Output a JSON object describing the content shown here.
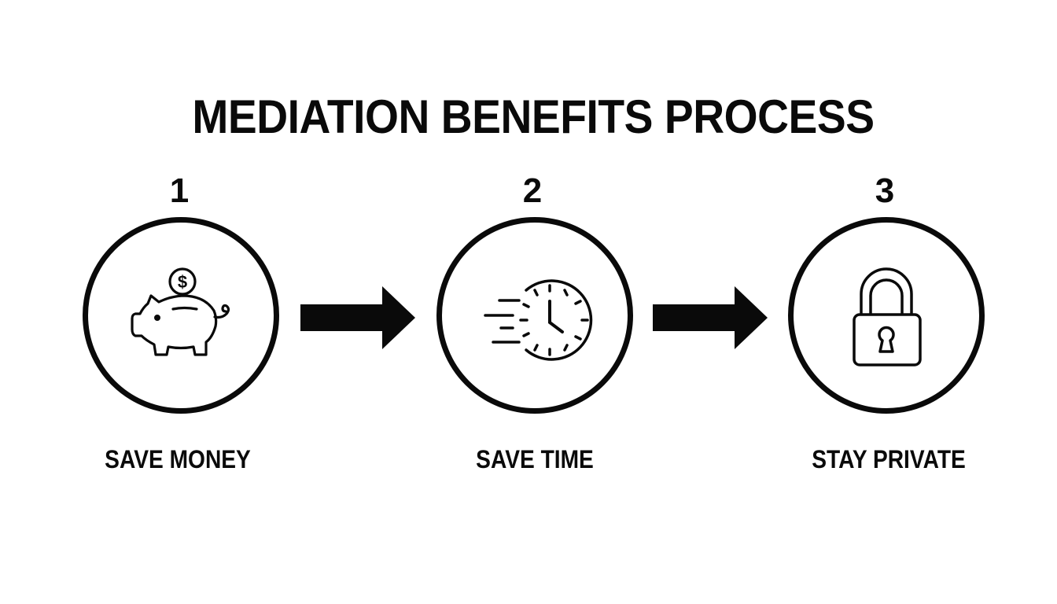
{
  "diagram": {
    "title": "MEDIATION BENEFITS PROCESS",
    "steps": [
      {
        "number": "1",
        "label": "SAVE MONEY",
        "icon": "piggy-bank-icon"
      },
      {
        "number": "2",
        "label": "SAVE TIME",
        "icon": "fast-clock-icon"
      },
      {
        "number": "3",
        "label": "STAY PRIVATE",
        "icon": "padlock-icon"
      }
    ],
    "connectors": [
      "arrow-right",
      "arrow-right"
    ],
    "colors": {
      "foreground": "#0a0a0a",
      "background": "#ffffff"
    }
  }
}
